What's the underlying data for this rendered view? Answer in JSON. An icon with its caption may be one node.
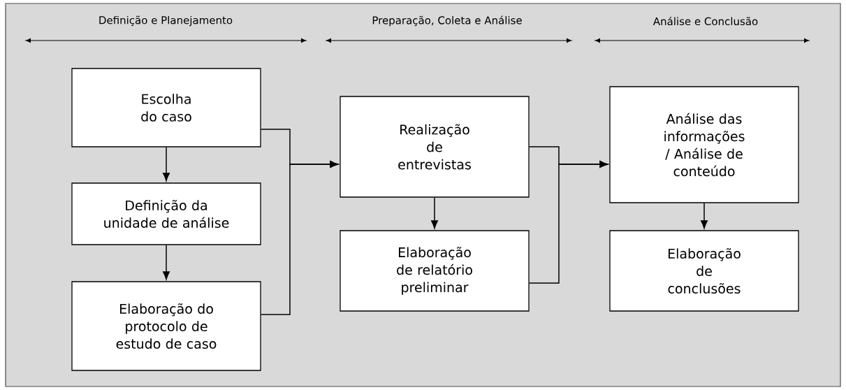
{
  "diagram": {
    "nodes": [
      {
        "text": [
          "Escolha do caso"
        ]
      },
      {
        "text": [
          "Definição da unidade de análise"
        ]
      },
      {
        "text": [
          "Elaboração do protocolo de estudo de caso"
        ]
      },
      {
        "text": [
          "Realização de entrevistas"
        ]
      },
      {
        "text": [
          "Elaboração de relatório preliminar"
        ]
      },
      {
        "text": [
          "Análise das informações / Análise de conteúdo"
        ]
      },
      {
        "text": [
          "Elaboração de conclusões"
        ]
      }
    ],
    "edges": [
      {
        "from": 0,
        "to": 1,
        "arrow": "to"
      },
      {
        "from": 1,
        "to": 2,
        "arrow": "to"
      },
      {
        "from": 0,
        "to": 3,
        "arrow": "to"
      },
      {
        "from": 2,
        "to": 3,
        "arrow": "to"
      },
      {
        "from": 3,
        "to": 4,
        "arrow": "to"
      },
      {
        "from": 3,
        "to": 5,
        "arrow": "to"
      },
      {
        "from": 4,
        "to": 5,
        "arrow": "to"
      },
      {
        "from": 5,
        "to": 6,
        "arrow": "to"
      }
    ],
    "labels": [
      "Definição e Planejamento",
      "Preparação, Coleta e Análise",
      "Análise e Conclusão"
    ]
  }
}
